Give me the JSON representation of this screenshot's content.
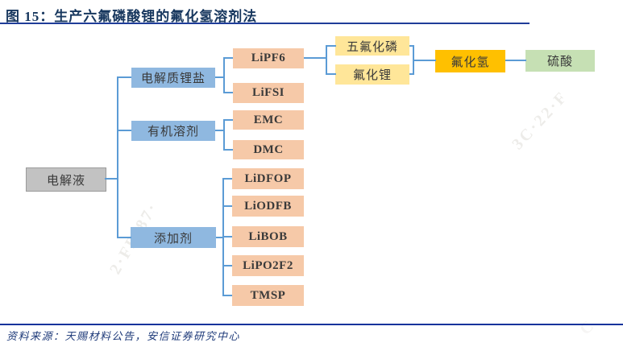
{
  "figure": {
    "title": "图 15：生产六氟磷酸锂的氟化氢溶剂法",
    "source_note": "资料来源：天赐材料公告，安信证券研究中心"
  },
  "diagram": {
    "nodes": [
      {
        "id": "dianjieye",
        "label": "电解液",
        "role": "root",
        "parent": null
      },
      {
        "id": "lithium-salt",
        "label": "电解质锂盐",
        "role": "category",
        "parent": "dianjieye"
      },
      {
        "id": "organic-solvent",
        "label": "有机溶剂",
        "role": "category",
        "parent": "dianjieye"
      },
      {
        "id": "additive",
        "label": "添加剂",
        "role": "category",
        "parent": "dianjieye"
      },
      {
        "id": "lipf6",
        "label": "LiPF6",
        "role": "item",
        "parent": "lithium-salt"
      },
      {
        "id": "lifsi",
        "label": "LiFSI",
        "role": "item",
        "parent": "lithium-salt"
      },
      {
        "id": "emc",
        "label": "EMC",
        "role": "item",
        "parent": "organic-solvent"
      },
      {
        "id": "dmc",
        "label": "DMC",
        "role": "item",
        "parent": "organic-solvent"
      },
      {
        "id": "lidfop",
        "label": "LiDFOP",
        "role": "item",
        "parent": "additive"
      },
      {
        "id": "liodfb",
        "label": "LiODFB",
        "role": "item",
        "parent": "additive"
      },
      {
        "id": "libob",
        "label": "LiBOB",
        "role": "item",
        "parent": "additive"
      },
      {
        "id": "lipo2f2",
        "label": "LiPO2F2",
        "role": "item",
        "parent": "additive"
      },
      {
        "id": "tmsp",
        "label": "TMSP",
        "role": "item",
        "parent": "additive"
      },
      {
        "id": "pf5",
        "label": "五氟化磷",
        "role": "intermediate",
        "parent": "lipf6"
      },
      {
        "id": "lif",
        "label": "氟化锂",
        "role": "intermediate",
        "parent": "lipf6"
      },
      {
        "id": "hf",
        "label": "氟化氢",
        "role": "feedstock",
        "parent": "pf5, lif"
      },
      {
        "id": "h2so4",
        "label": "硫酸",
        "role": "raw",
        "parent": "hf"
      }
    ]
  },
  "colors": {
    "root_gray": "#C2C2C2",
    "category_blue": "#8FB8E0",
    "item_salmon": "#F6C9A8",
    "intermediate_yellow": "#FFE699",
    "feedstock_gold": "#FFC000",
    "raw_green": "#C6E0B4",
    "connector_blue": "#5B9BD5",
    "title_navy": "#17375E",
    "rule_navy": "#1F3D99"
  },
  "watermarks": [
    "3C·22·F",
    "2·FB·87·",
    "C"
  ]
}
